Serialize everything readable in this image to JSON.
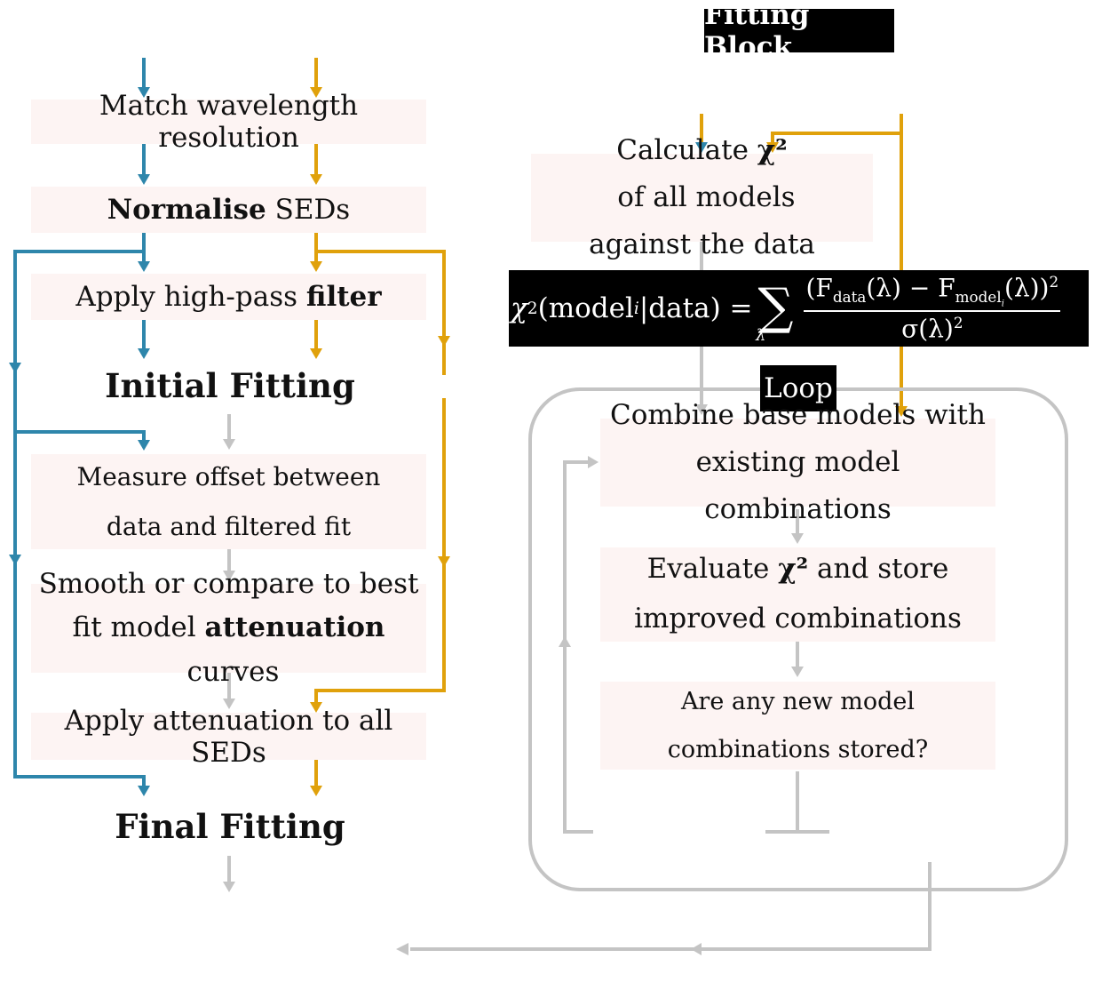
{
  "header": {
    "fitting_block_label": "Fitting Block"
  },
  "left_flow": {
    "match": "Match wavelength resolution",
    "normalise_bold": "Normalise",
    "normalise_rest": " SEDs",
    "highpass_pre": "Apply high-pass ",
    "highpass_bold": "filter",
    "initial_fitting": "Initial Fitting",
    "measure_line1": "Measure offset between",
    "measure_line2": "data and filtered fit",
    "smooth_line1": "Smooth or compare to best",
    "smooth_line2_pre": "fit model ",
    "smooth_line2_bold": "attenuation",
    "smooth_line2_post": " curves",
    "apply_atten": "Apply attenuation to all SEDs",
    "final_fitting": "Final Fitting"
  },
  "right_flow": {
    "calc_pre": "Calculate ",
    "calc_bold": "χ²",
    "calc_post": " of all models",
    "calc_line2": "against the data",
    "equation": {
      "chi": "χ",
      "sq": "2",
      "arg_open": "(model",
      "arg_i": "i",
      "arg_rest": "|data) =",
      "sum": "∑",
      "sum_index": "λ",
      "num_open": "(F",
      "num_data": "data",
      "num_mid": "(λ) − F",
      "num_model": "model",
      "num_i": "i",
      "num_close": "(λ))",
      "num_sq": "2",
      "den_sigma": "σ(λ)",
      "den_sq": "2"
    },
    "loop_label": "Loop",
    "combine_line1": "Combine base models with",
    "combine_line2": "existing model combinations",
    "eval_pre": "Evaluate ",
    "eval_bold": "χ²",
    "eval_post": " and store",
    "eval_line2": "improved combinations",
    "question_line1": "Are any new model",
    "question_line2": "combinations stored?"
  },
  "colors": {
    "blue": "#2e86ab",
    "orange": "#e0a10b",
    "gray": "#c4c4c4",
    "box_fill": "#fdf4f3"
  }
}
